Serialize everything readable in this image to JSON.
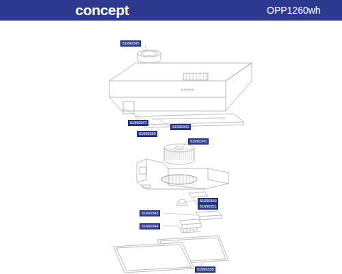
{
  "diagram": {
    "labels": [
      "concept",
      "OPP1260wh",
      "61990345",
      "61990347",
      "61990339",
      "61990342",
      "61990341",
      "61990340",
      "61990351",
      "61990343",
      "61990344",
      "61990338"
    ]
  }
}
